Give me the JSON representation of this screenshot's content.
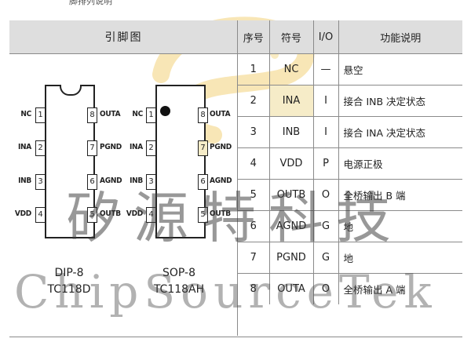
{
  "page_title_fragment": "脚排列说明",
  "pinout": {
    "header": "引脚图",
    "dip": {
      "left_pins": [
        {
          "num": "1",
          "name": "NC"
        },
        {
          "num": "2",
          "name": "INA"
        },
        {
          "num": "3",
          "name": "INB"
        },
        {
          "num": "4",
          "name": "VDD"
        }
      ],
      "right_pins": [
        {
          "num": "8",
          "name": "OUTA"
        },
        {
          "num": "7",
          "name": "PGND"
        },
        {
          "num": "6",
          "name": "AGND"
        },
        {
          "num": "5",
          "name": "OUTB"
        }
      ],
      "package": "DIP-8",
      "part": "TC118D"
    },
    "sop": {
      "left_pins": [
        {
          "num": "1",
          "name": "NC"
        },
        {
          "num": "2",
          "name": "INA"
        },
        {
          "num": "3",
          "name": "INB"
        },
        {
          "num": "4",
          "name": "VDD"
        }
      ],
      "right_pins": [
        {
          "num": "8",
          "name": "OUTA"
        },
        {
          "num": "7",
          "name": "PGND"
        },
        {
          "num": "6",
          "name": "AGND"
        },
        {
          "num": "5",
          "name": "OUTB"
        }
      ],
      "package": "SOP-8",
      "part": "TC118AH"
    }
  },
  "table": {
    "headers": [
      "序号",
      "符号",
      "I/O",
      "功能说明"
    ],
    "rows": [
      [
        "1",
        "NC",
        "—",
        "悬空"
      ],
      [
        "2",
        "INA",
        "I",
        "接合 INB 决定状态"
      ],
      [
        "3",
        "INB",
        "I",
        "接合 INA 决定状态"
      ],
      [
        "4",
        "VDD",
        "P",
        "电源正极"
      ],
      [
        "5",
        "OUTB",
        "O",
        "全桥输出 B 端"
      ],
      [
        "6",
        "AGND",
        "G",
        "地"
      ],
      [
        "7",
        "PGND",
        "G",
        "地"
      ],
      [
        "8",
        "OUTA",
        "O",
        "全桥输出 A 端"
      ]
    ]
  },
  "watermark": {
    "chinese": "矽源特科技",
    "english": "ChipSourceTek"
  },
  "colors": {
    "header_bg": "#dedede",
    "highlight": "#f6ecc8",
    "border": "#8a8a8a",
    "logo_arc": "#f2d27a"
  }
}
